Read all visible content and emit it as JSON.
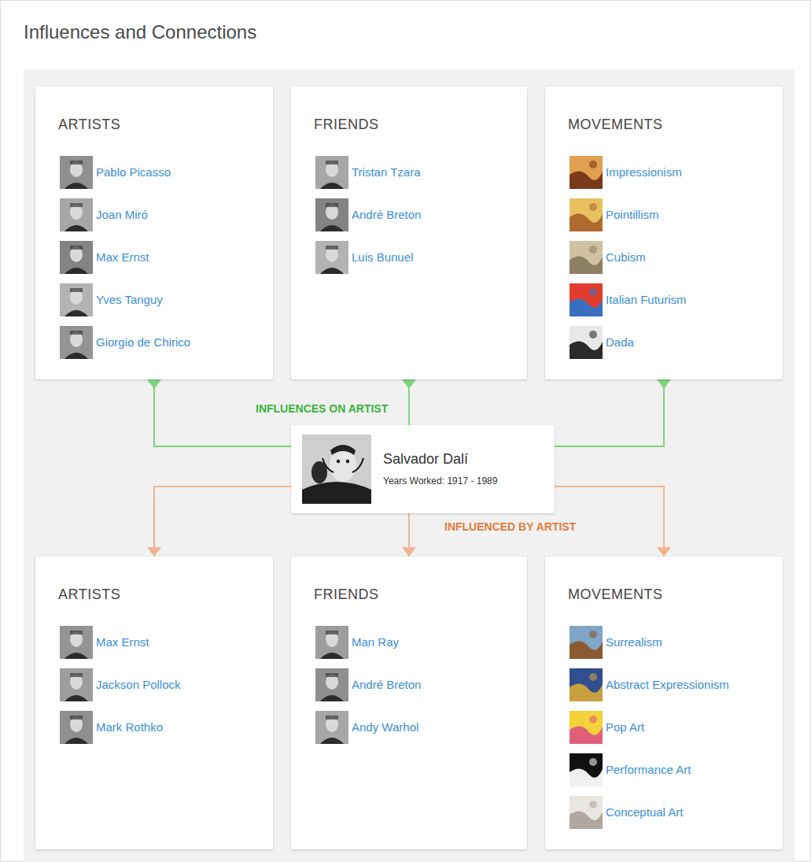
{
  "diagram": {
    "title": "Influences and Connections",
    "nodes": [
      {
        "text": [
          "ARTISTS",
          "Pablo Picasso",
          "Joan Miró",
          "Max Ernst",
          "Yves Tanguy",
          "Giorgio de Chirico"
        ]
      },
      {
        "text": [
          "FRIENDS",
          "Tristan Tzara",
          "André Breton",
          "Luis Bunuel"
        ]
      },
      {
        "text": [
          "MOVEMENTS",
          "Impressionism",
          "Pointillism",
          "Cubism",
          "Italian Futurism",
          "Dada"
        ]
      },
      {
        "text": [
          "Salvador Dalí",
          "Years Worked: 1917 - 1989"
        ]
      },
      {
        "text": [
          "ARTISTS",
          "Max Ernst",
          "Jackson Pollock",
          "Mark Rothko"
        ]
      },
      {
        "text": [
          "FRIENDS",
          "Man Ray",
          "André Breton",
          "Andy Warhol"
        ]
      },
      {
        "text": [
          "MOVEMENTS",
          "Surrealism",
          "Abstract Expressionism",
          "Pop Art",
          "Performance Art",
          "Conceptual Art"
        ]
      }
    ],
    "edges": [
      {
        "from": 3,
        "to": 0,
        "arrow": "to"
      },
      {
        "from": 3,
        "to": 1,
        "arrow": "to"
      },
      {
        "from": 3,
        "to": 2,
        "arrow": "to"
      },
      {
        "from": 3,
        "to": 4,
        "arrow": "to"
      },
      {
        "from": 3,
        "to": 5,
        "arrow": "to"
      },
      {
        "from": 3,
        "to": 6,
        "arrow": "to"
      }
    ],
    "labels": [
      "INFLUENCES ON ARTIST",
      "INFLUENCED BY ARTIST"
    ]
  }
}
